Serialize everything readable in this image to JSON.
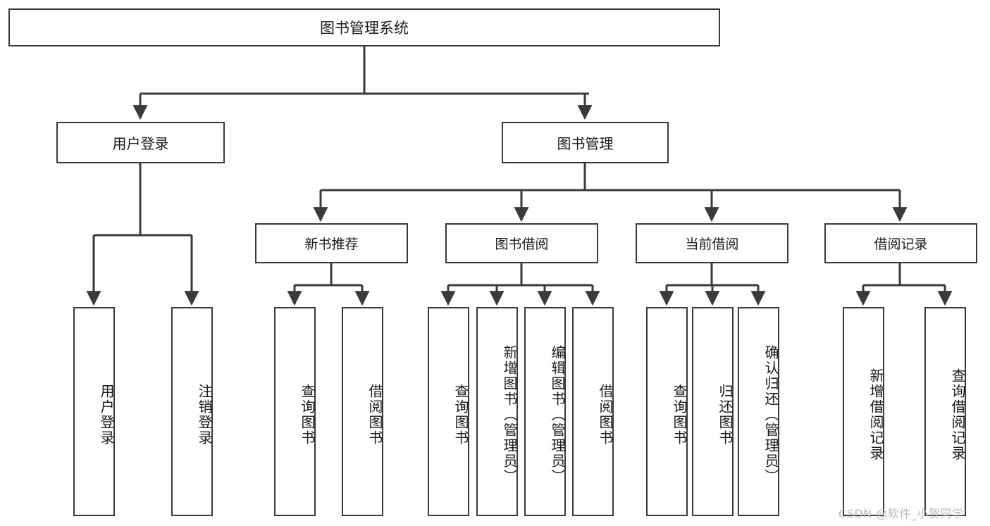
{
  "diagram": {
    "title": "图书管理系统",
    "type": "hierarchy-tree",
    "root": {
      "label": "图书管理系统"
    },
    "level1": [
      {
        "label": "用户登录"
      },
      {
        "label": "图书管理"
      }
    ],
    "level2": [
      {
        "label": "新书推荐",
        "parent": "图书管理"
      },
      {
        "label": "图书借阅",
        "parent": "图书管理"
      },
      {
        "label": "当前借阅",
        "parent": "图书管理"
      },
      {
        "label": "借阅记录",
        "parent": "图书管理"
      }
    ],
    "leaves": [
      {
        "label": "用户登录",
        "parent": "用户登录"
      },
      {
        "label": "注销登录",
        "parent": "用户登录"
      },
      {
        "label": "查询图书",
        "parent": "新书推荐"
      },
      {
        "label": "借阅图书",
        "parent": "新书推荐"
      },
      {
        "label": "查询图书",
        "parent": "图书借阅"
      },
      {
        "label": "新增图书（管理员）",
        "parent": "图书借阅"
      },
      {
        "label": "编辑图书（管理员）",
        "parent": "图书借阅"
      },
      {
        "label": "借阅图书",
        "parent": "图书借阅"
      },
      {
        "label": "查询图书",
        "parent": "当前借阅"
      },
      {
        "label": "归还图书",
        "parent": "当前借阅"
      },
      {
        "label": "确认归还（管理员）",
        "parent": "当前借阅"
      },
      {
        "label": "新增借阅记录",
        "parent": "借阅记录"
      },
      {
        "label": "查询借阅记录",
        "parent": "借阅记录"
      }
    ]
  },
  "watermark": {
    "text": "CSDN @软件_小贺同学"
  },
  "colors": {
    "stroke": "#3a3a3a",
    "background": "#ffffff",
    "text": "#1b1b1b",
    "watermark": "#b9b9b9"
  }
}
